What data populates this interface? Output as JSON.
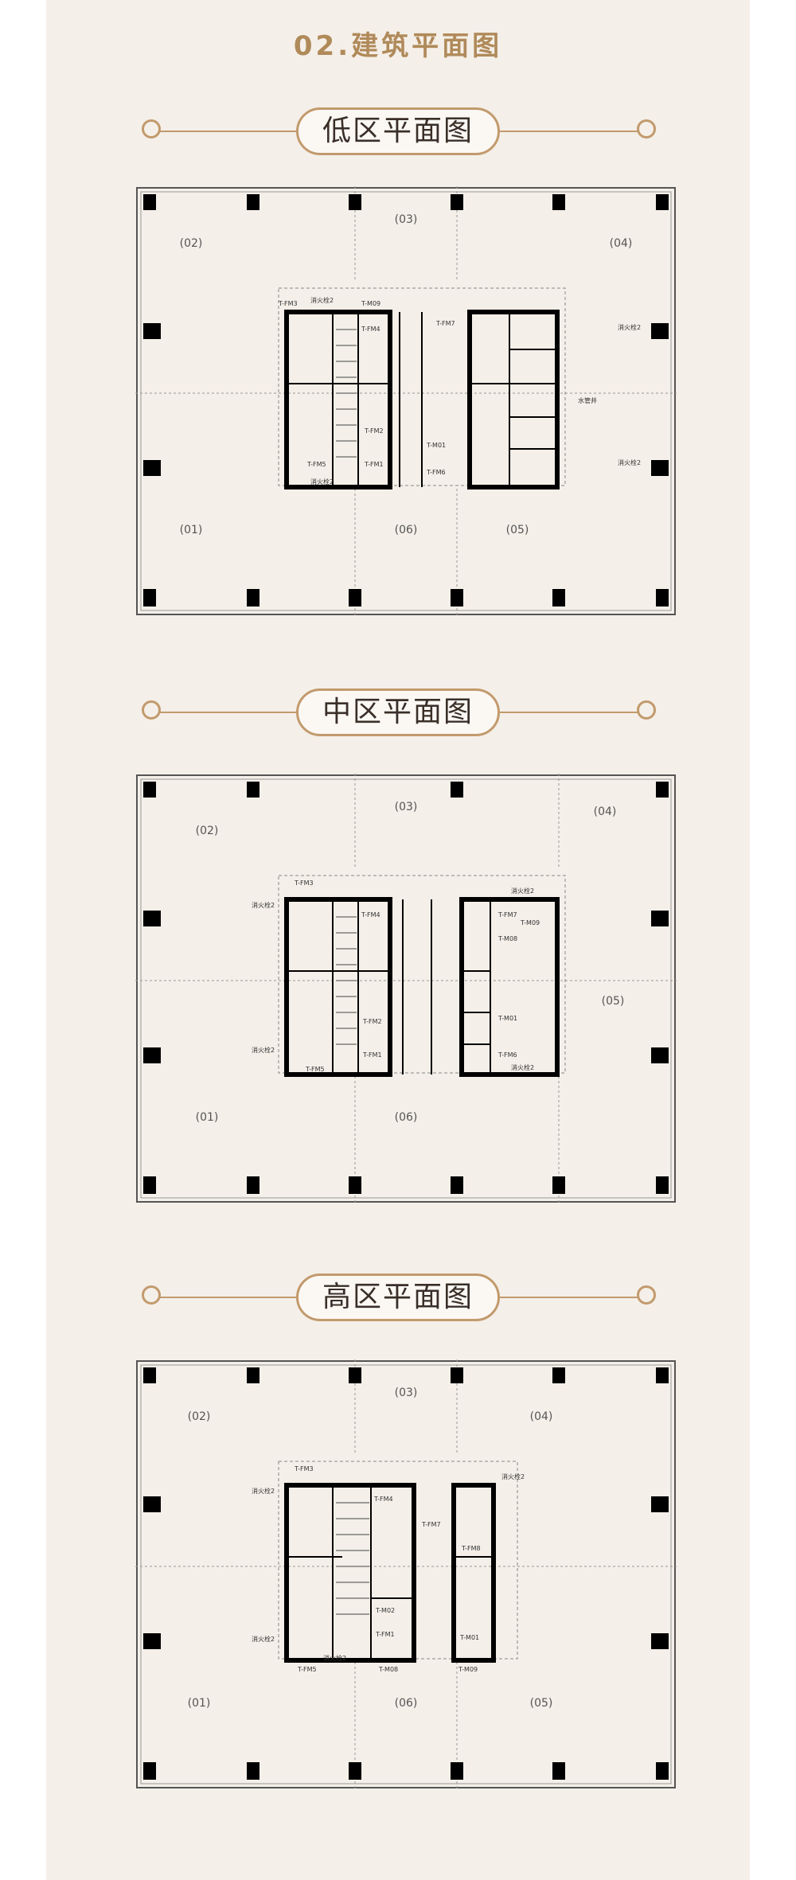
{
  "section_title": "02.建筑平面图",
  "zones": [
    {
      "title": "低区平面图",
      "units": [
        "(01)",
        "(02)",
        "(03)",
        "(04)",
        "(05)",
        "(06)"
      ],
      "labels": [
        "T-FM3",
        "T-M09",
        "T-FM4",
        "T-FM7",
        "T-FM2",
        "T-FM1",
        "T-M01",
        "T-FM6",
        "T-FM5",
        "消火栓2",
        "消火栓2",
        "消火栓2",
        "消火栓2",
        "水管井"
      ]
    },
    {
      "title": "中区平面图",
      "units": [
        "(01)",
        "(02)",
        "(03)",
        "(04)",
        "(05)",
        "(06)"
      ],
      "labels": [
        "T-FM3",
        "T-FM4",
        "T-FM2",
        "T-FM1",
        "T-FM5",
        "T-FM7",
        "T-M09",
        "T-M08",
        "T-M01",
        "T-FM6",
        "消火栓2",
        "消火栓2",
        "消火栓2",
        "消火栓2"
      ]
    },
    {
      "title": "高区平面图",
      "units": [
        "(01)",
        "(02)",
        "(03)",
        "(04)",
        "(05)",
        "(06)"
      ],
      "labels": [
        "T-FM3",
        "T-FM4",
        "T-FM7",
        "T-FM8",
        "T-M02",
        "T-FM1",
        "T-FM5",
        "T-M08",
        "T-M09",
        "T-M01",
        "消火栓2",
        "消火栓2",
        "消火栓2",
        "消火栓2"
      ]
    }
  ]
}
